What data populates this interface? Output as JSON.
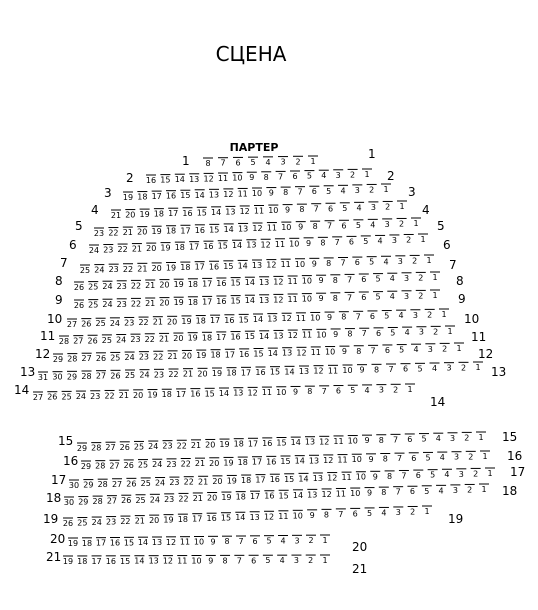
{
  "stage": {
    "label": "СЦЕНА"
  },
  "section": {
    "label": "ПАРТЕР"
  },
  "rows": [
    {
      "row": "1",
      "seats": 8
    },
    {
      "row": "2",
      "seats": 16
    },
    {
      "row": "3",
      "seats": 19
    },
    {
      "row": "4",
      "seats": 21
    },
    {
      "row": "5",
      "seats": 23
    },
    {
      "row": "6",
      "seats": 24
    },
    {
      "row": "7",
      "seats": 25
    },
    {
      "row": "8",
      "seats": 26
    },
    {
      "row": "9",
      "seats": 26
    },
    {
      "row": "10",
      "seats": 27
    },
    {
      "row": "11",
      "seats": 28
    },
    {
      "row": "12",
      "seats": 29
    },
    {
      "row": "13",
      "seats": 31
    },
    {
      "row": "14",
      "seats": 27
    },
    {
      "row": "15",
      "seats": 29
    },
    {
      "row": "16",
      "seats": 29
    },
    {
      "row": "17",
      "seats": 30
    },
    {
      "row": "18",
      "seats": 30
    },
    {
      "row": "19",
      "seats": 26
    },
    {
      "row": "20",
      "seats": 19
    },
    {
      "row": "21",
      "seats": 19
    }
  ]
}
